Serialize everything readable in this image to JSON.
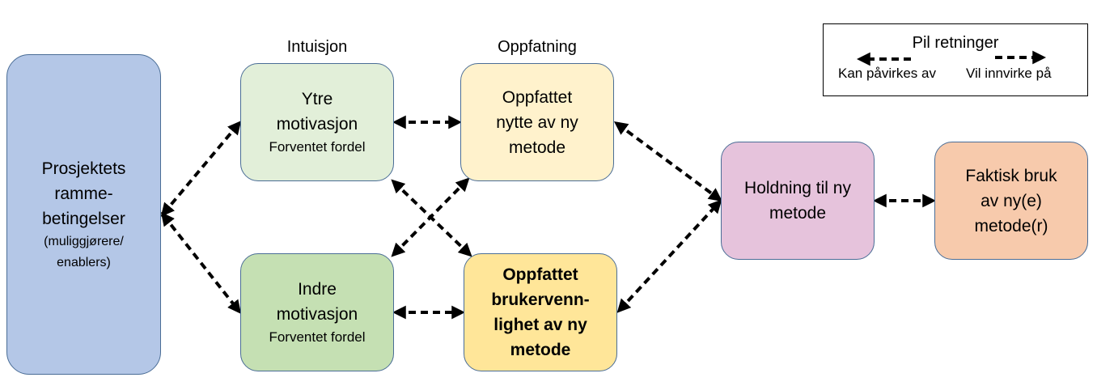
{
  "columns": {
    "intuisjon": "Intuisjon",
    "oppfatning": "Oppfatning"
  },
  "boxes": {
    "ramme": {
      "lines": [
        "Prosjektets",
        "ramme-",
        "betingelser"
      ],
      "sub": [
        "(muliggjørere/",
        "enablers)"
      ]
    },
    "ytre": {
      "lines": [
        "Ytre",
        "motivasjon"
      ],
      "sub": [
        "Forventet fordel"
      ]
    },
    "indre": {
      "lines": [
        "Indre",
        "motivasjon"
      ],
      "sub": [
        "Forventet fordel"
      ]
    },
    "nytte": {
      "lines": [
        "Oppfattet",
        "nytte av ny",
        "metode"
      ]
    },
    "bruker": {
      "lines": [
        "Oppfattet",
        "brukervenn-",
        "lighet av ny",
        "metode"
      ]
    },
    "holdning": {
      "lines": [
        "Holdning til ny",
        "metode"
      ]
    },
    "faktisk": {
      "lines": [
        "Faktisk bruk",
        "av ny(e)",
        "metode(r)"
      ]
    }
  },
  "legend": {
    "title": "Pil retninger",
    "left_label": "Kan påvirkes av",
    "right_label": "Vil innvirke på"
  }
}
